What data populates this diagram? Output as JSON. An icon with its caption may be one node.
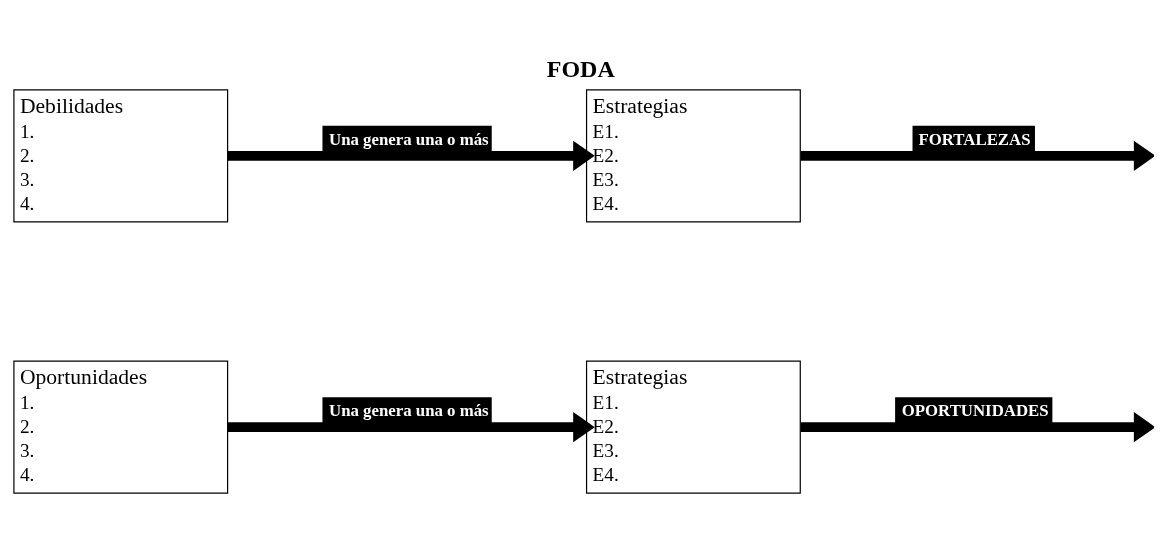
{
  "diagram": {
    "title": "FODA",
    "nodes": [
      {
        "text": [
          "Debilidades",
          "1.",
          "2.",
          "3.",
          "4."
        ]
      },
      {
        "text": [
          "Estrategias",
          "E1.",
          "E2.",
          "E3.",
          "E4."
        ]
      },
      {
        "text": [
          "Oportunidades",
          "1.",
          "2.",
          "3.",
          "4."
        ]
      },
      {
        "text": [
          "Estrategias",
          "E1.",
          "E2.",
          "E3.",
          "E4."
        ]
      }
    ],
    "edges": [
      {
        "from": 0,
        "to": 1,
        "arrow": "to",
        "label": "Una genera una o más"
      },
      {
        "from": 1,
        "to": null,
        "arrow": "to",
        "label": "FORTALEZAS"
      },
      {
        "from": 2,
        "to": 3,
        "arrow": "to",
        "label": "Una genera una o más"
      },
      {
        "from": 3,
        "to": null,
        "arrow": "to",
        "label": "OPORTUNIDADES"
      }
    ]
  }
}
